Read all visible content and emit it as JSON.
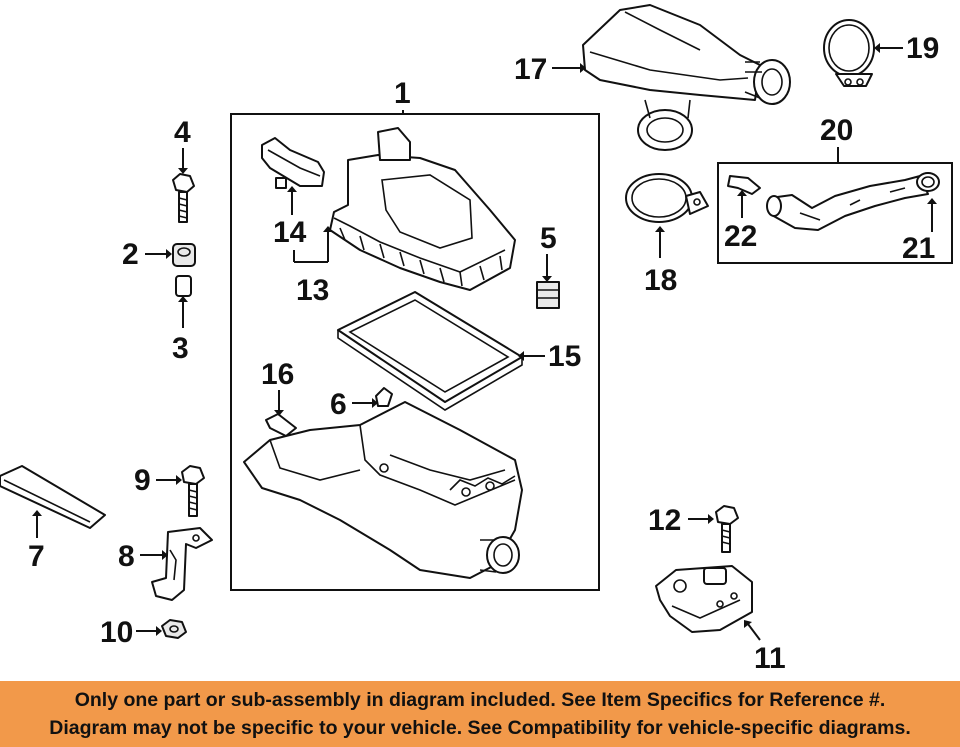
{
  "diagram": {
    "callouts": {
      "c1": "1",
      "c2": "2",
      "c3": "3",
      "c4": "4",
      "c5": "5",
      "c6": "6",
      "c7": "7",
      "c8": "8",
      "c9": "9",
      "c10": "10",
      "c11": "11",
      "c12": "12",
      "c13": "13",
      "c14": "14",
      "c15": "15",
      "c16": "16",
      "c17": "17",
      "c18": "18",
      "c19": "19",
      "c20": "20",
      "c21": "21",
      "c22": "22"
    }
  },
  "notice": {
    "line1": "Only one part or sub-assembly in diagram included. See Item Specifics for Reference #.",
    "line2": "Diagram may not be specific to your vehicle. See Compatibility for vehicle-specific diagrams.",
    "background_color": "#f2994a"
  }
}
